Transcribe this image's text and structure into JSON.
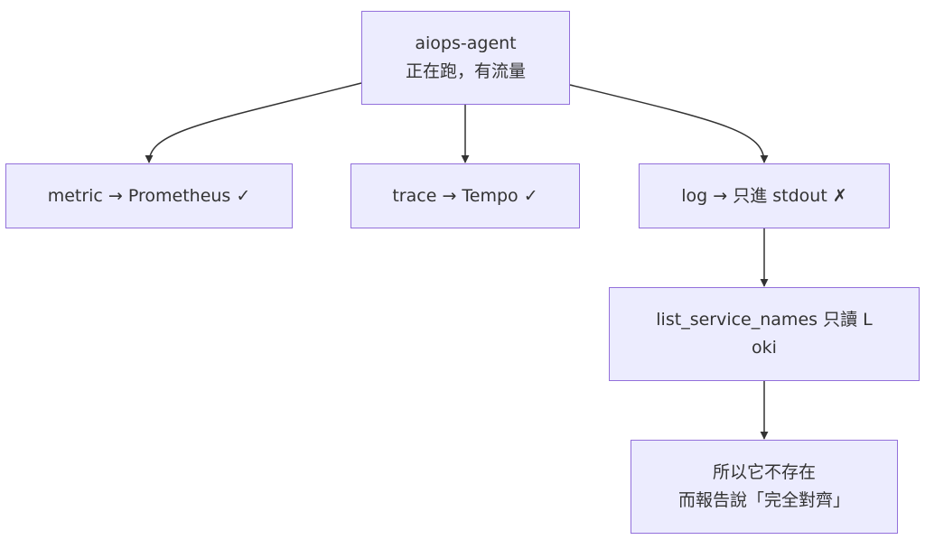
{
  "nodes": {
    "agent": {
      "lines": [
        "aiops-agent",
        "正在跑，有流量"
      ]
    },
    "metric": {
      "lines": [
        "metric → Prometheus ✓"
      ]
    },
    "trace": {
      "lines": [
        "trace → Tempo ✓"
      ]
    },
    "log": {
      "lines": [
        "log → 只進 stdout ✗"
      ]
    },
    "list": {
      "lines": [
        "list_service_names 只讀 L",
        "oki"
      ]
    },
    "conclude": {
      "lines": [
        "所以它不存在",
        "而報告說「完全對齊」"
      ]
    }
  },
  "edges": [
    {
      "from": "agent",
      "to": "metric"
    },
    {
      "from": "agent",
      "to": "trace"
    },
    {
      "from": "agent",
      "to": "log"
    },
    {
      "from": "log",
      "to": "list"
    },
    {
      "from": "list",
      "to": "conclude"
    }
  ],
  "colors": {
    "node_fill": "#ececfe",
    "node_border": "#9370db",
    "edge": "#333333",
    "text": "#333333"
  }
}
